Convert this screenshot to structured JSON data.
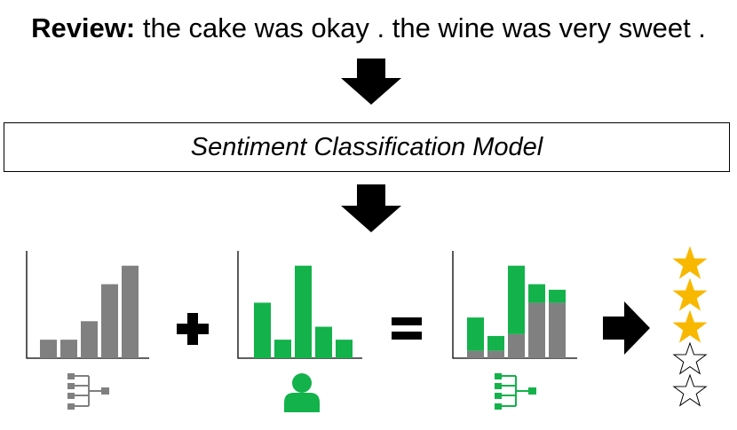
{
  "review": {
    "label": "Review:",
    "text": " the cake was okay . the wine was very sweet ."
  },
  "model": {
    "label": "Sentiment Classification Model"
  },
  "colors": {
    "gray": "#808080",
    "green": "#13b24b",
    "star": "#f9b800",
    "arrow": "#000000"
  },
  "icons": [
    "down-arrow-icon",
    "plus-icon",
    "equals-icon",
    "right-arrow-icon",
    "hierarchy-icon",
    "user-icon",
    "star-icon"
  ],
  "chart_data": [
    {
      "type": "bar",
      "name": "aspect-distribution",
      "values": [
        1,
        1,
        2,
        4,
        5
      ],
      "ylim": [
        0,
        5.8
      ],
      "color": "#808080"
    },
    {
      "type": "bar",
      "name": "user-distribution",
      "values": [
        3,
        1,
        5,
        1.7,
        1
      ],
      "ylim": [
        0,
        5.8
      ],
      "color": "#13b24b"
    },
    {
      "type": "bar",
      "stacked": true,
      "name": "combined-distribution",
      "series": [
        {
          "color": "#808080",
          "values": [
            0.4,
            0.4,
            1.3,
            3,
            3
          ]
        },
        {
          "color": "#13b24b",
          "values": [
            1.8,
            0.8,
            3.7,
            1,
            0.7
          ]
        }
      ],
      "ylim": [
        0,
        5.8
      ]
    }
  ],
  "rating": {
    "filled": 3,
    "total": 5
  }
}
